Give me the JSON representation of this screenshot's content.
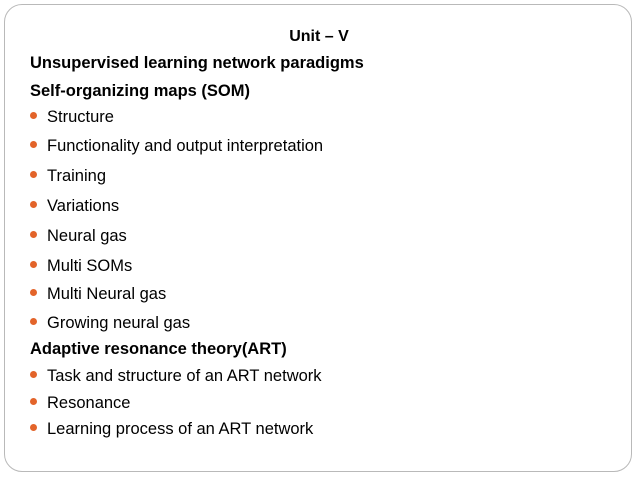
{
  "slide": {
    "title": "Unit – V",
    "section1_heading": "Unsupervised learning network paradigms",
    "section1_subheading": "Self-organizing maps (SOM)",
    "section1_items": [
      "Structure",
      "Functionality and output interpretation",
      "Training",
      "Variations",
      "Neural gas",
      "Multi SOMs",
      "Multi Neural gas",
      "Growing neural gas"
    ],
    "section2_heading": "Adaptive resonance theory(ART)",
    "section2_items": [
      "Task and structure of an ART network",
      "Resonance",
      "Learning process of an ART network"
    ],
    "colors": {
      "bullet": "#e3642a",
      "border": "#b9b9b9"
    }
  }
}
